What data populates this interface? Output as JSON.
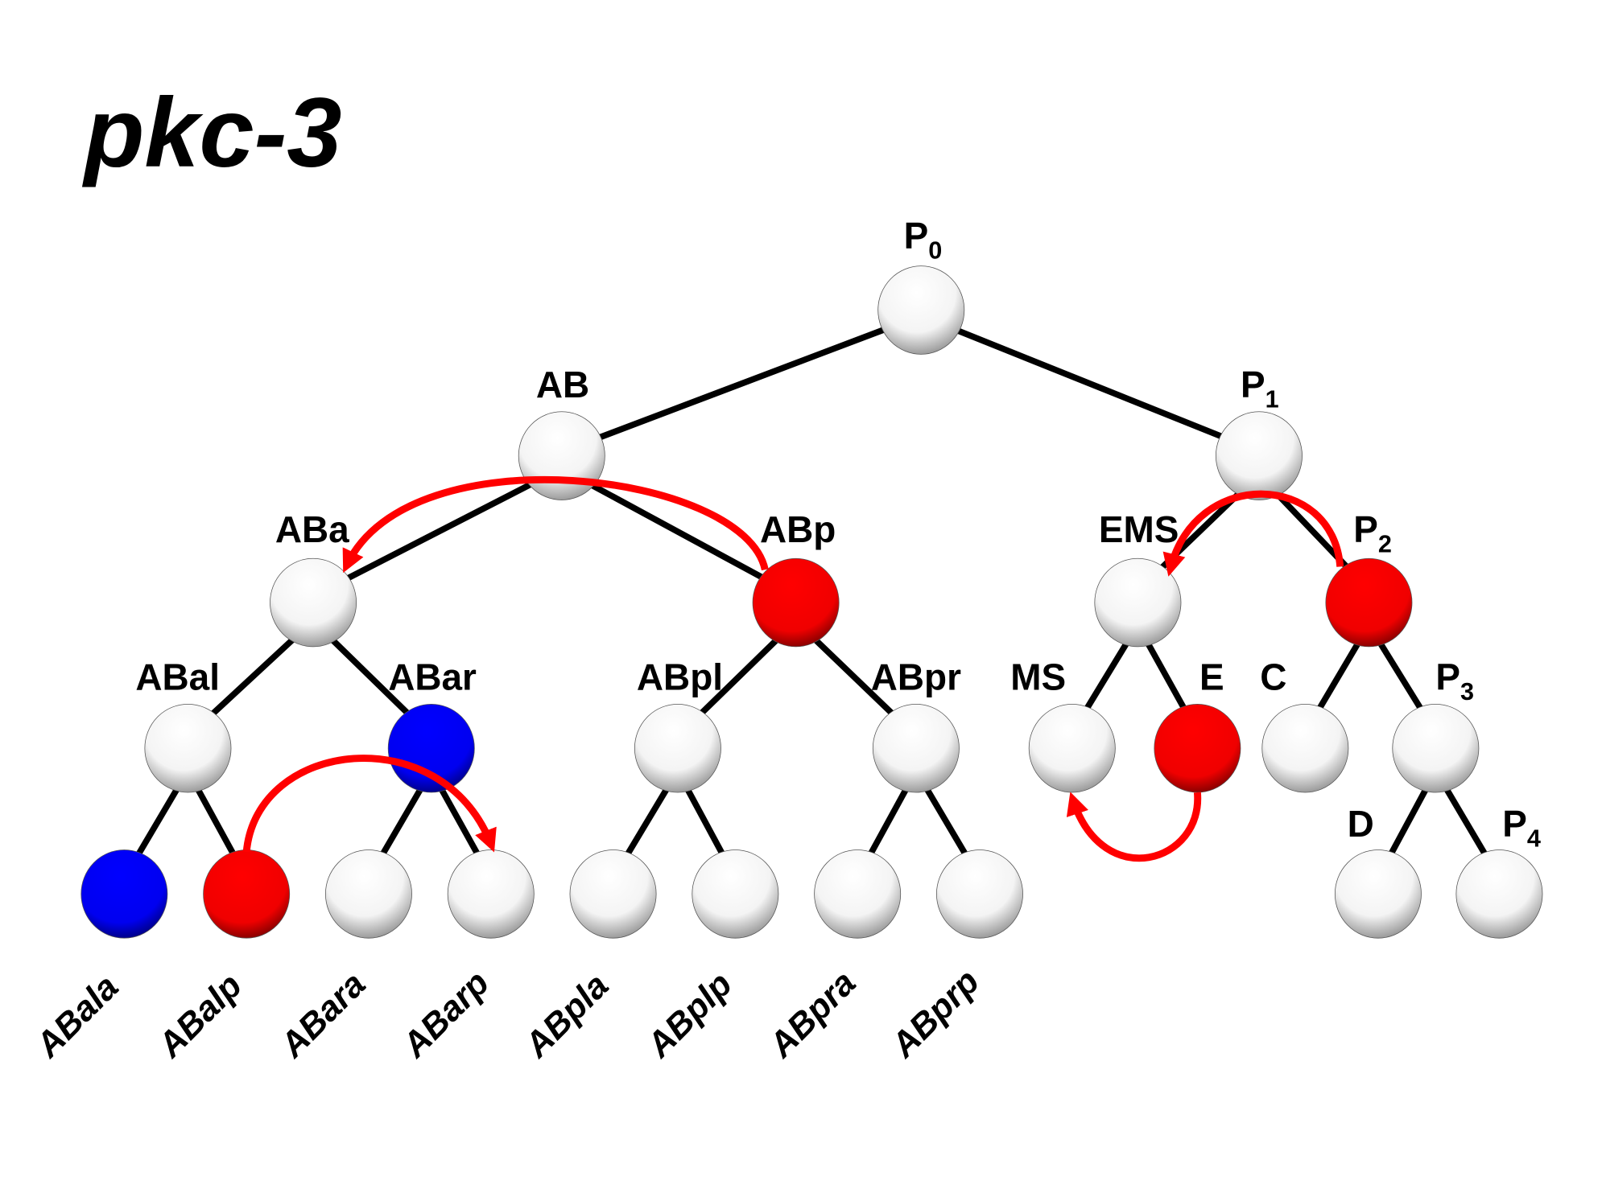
{
  "title": "pkc-3",
  "colors": {
    "white": "#ffffff",
    "red": "#ff0000",
    "blue": "#0000ff",
    "arrow": "#ff0000",
    "line": "#000000"
  },
  "nodes": [
    {
      "id": "P0",
      "label": "P",
      "sub": "0",
      "color": "white"
    },
    {
      "id": "AB",
      "label": "AB",
      "color": "white",
      "parent": "P0"
    },
    {
      "id": "P1",
      "label": "P",
      "sub": "1",
      "color": "white",
      "parent": "P0"
    },
    {
      "id": "ABa",
      "label": "ABa",
      "color": "white",
      "parent": "AB"
    },
    {
      "id": "ABp",
      "label": "ABp",
      "color": "red",
      "parent": "AB"
    },
    {
      "id": "EMS",
      "label": "EMS",
      "color": "white",
      "parent": "P1"
    },
    {
      "id": "P2",
      "label": "P",
      "sub": "2",
      "color": "red",
      "parent": "P1"
    },
    {
      "id": "ABal",
      "label": "ABal",
      "color": "white",
      "parent": "ABa"
    },
    {
      "id": "ABar",
      "label": "ABar",
      "color": "blue",
      "parent": "ABa"
    },
    {
      "id": "ABpl",
      "label": "ABpl",
      "color": "white",
      "parent": "ABp"
    },
    {
      "id": "ABpr",
      "label": "ABpr",
      "color": "white",
      "parent": "ABp"
    },
    {
      "id": "MS",
      "label": "MS",
      "color": "white",
      "parent": "EMS"
    },
    {
      "id": "E",
      "label": "E",
      "color": "red",
      "parent": "EMS"
    },
    {
      "id": "C",
      "label": "C",
      "color": "white",
      "parent": "P2"
    },
    {
      "id": "P3",
      "label": "P",
      "sub": "3",
      "color": "white",
      "parent": "P2"
    },
    {
      "id": "ABala",
      "leaf_label": "ABala",
      "color": "blue",
      "parent": "ABal"
    },
    {
      "id": "ABalp",
      "leaf_label": "ABalp",
      "color": "red",
      "parent": "ABal"
    },
    {
      "id": "ABara",
      "leaf_label": "ABara",
      "color": "white",
      "parent": "ABar"
    },
    {
      "id": "ABarp",
      "leaf_label": "ABarp",
      "color": "white",
      "parent": "ABar"
    },
    {
      "id": "ABpla",
      "leaf_label": "ABpla",
      "color": "white",
      "parent": "ABpl"
    },
    {
      "id": "ABplp",
      "leaf_label": "ABplp",
      "color": "white",
      "parent": "ABpl"
    },
    {
      "id": "ABpra",
      "leaf_label": "ABpra",
      "color": "white",
      "parent": "ABpr"
    },
    {
      "id": "ABprp",
      "leaf_label": "ABprp",
      "color": "white",
      "parent": "ABpr"
    },
    {
      "id": "D",
      "label": "D",
      "color": "white",
      "parent": "P3"
    },
    {
      "id": "P4",
      "label": "P",
      "sub": "4",
      "color": "white",
      "parent": "P3"
    }
  ],
  "arrows": [
    {
      "from": "ABp",
      "to": "ABa"
    },
    {
      "from": "P2",
      "to": "EMS"
    },
    {
      "from": "ABalp",
      "to": "ABarp"
    },
    {
      "from": "E",
      "to": "MS"
    }
  ]
}
